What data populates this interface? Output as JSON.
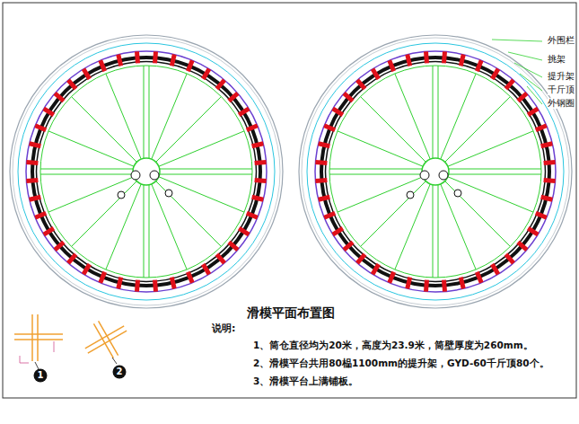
{
  "diagram": {
    "title": "滑模平面布置图",
    "labels": [
      "外围栏",
      "挑架",
      "提升架",
      "千斤顶",
      "外钢圈",
      "说明:",
      "1、筒仓直径均为20米，高度为23.9米，筒壁厚度为260mm。",
      "2、滑模平台共用80榀1100mm的提升架，GYD-60千斤顶80个。",
      "3、滑模平台上满铺板。",
      "1",
      "2"
    ]
  }
}
